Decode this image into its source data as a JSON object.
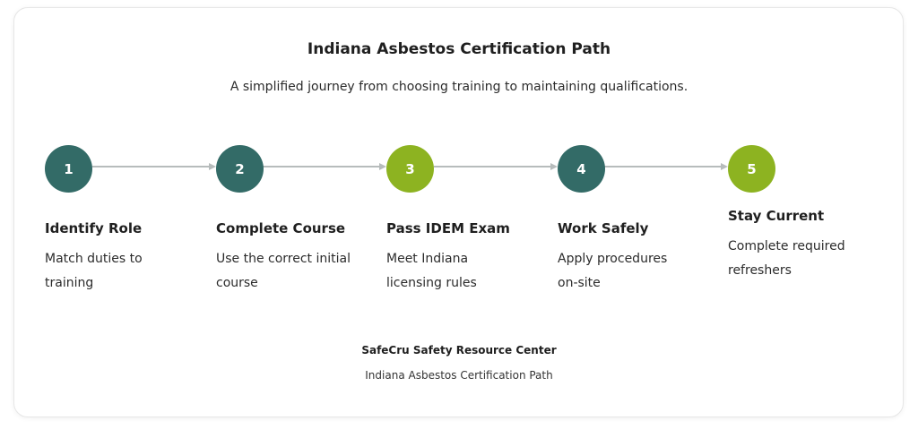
{
  "header": {
    "title": "Indiana Asbestos Certification Path",
    "subtitle": "A simplified journey from choosing training to maintaining qualifications."
  },
  "steps": [
    {
      "number": "1",
      "title": "Identify Role",
      "description": "Match duties to training",
      "color": "#336b67"
    },
    {
      "number": "2",
      "title": "Complete Course",
      "description": "Use the correct initial course",
      "color": "#336b67"
    },
    {
      "number": "3",
      "title": "Pass IDEM Exam",
      "description": "Meet Indiana licensing rules",
      "color": "#8db321"
    },
    {
      "number": "4",
      "title": "Work Safely",
      "description": "Apply procedures on-site",
      "color": "#336b67"
    },
    {
      "number": "5",
      "title": "Stay Current",
      "description": "Complete required refreshers",
      "color": "#8db321"
    }
  ],
  "footer": {
    "organization": "SafeCru Safety Resource Center",
    "caption": "Indiana Asbestos Certification Path"
  },
  "colors": {
    "dark_step": "#336b67",
    "green_step": "#8db321",
    "connector": "#b7bcbc"
  }
}
